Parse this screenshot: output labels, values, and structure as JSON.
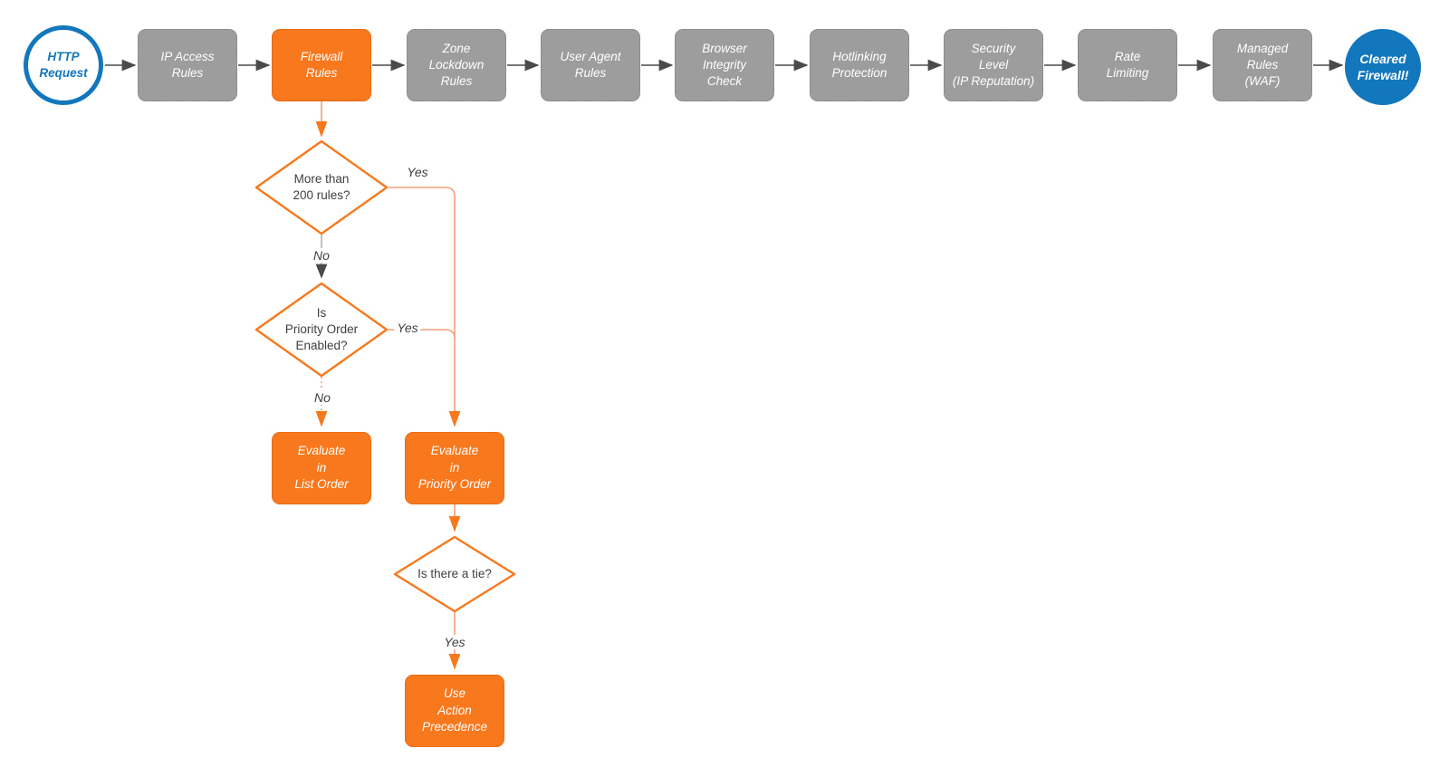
{
  "flow": {
    "start": {
      "label": "HTTP\nRequest"
    },
    "steps": [
      {
        "label": "IP Access\nRules",
        "highlight": false
      },
      {
        "label": "Firewall\nRules",
        "highlight": true
      },
      {
        "label": "Zone\nLockdown\nRules",
        "highlight": false
      },
      {
        "label": "User Agent\nRules",
        "highlight": false
      },
      {
        "label": "Browser\nIntegrity\nCheck",
        "highlight": false
      },
      {
        "label": "Hotlinking\nProtection",
        "highlight": false
      },
      {
        "label": "Security\nLevel\n(IP Reputation)",
        "highlight": false
      },
      {
        "label": "Rate\nLimiting",
        "highlight": false
      },
      {
        "label": "Managed\nRules\n(WAF)",
        "highlight": false
      }
    ],
    "end": {
      "label": "Cleared\nFirewall!"
    },
    "decisions": [
      {
        "label": "More than\n200 rules?"
      },
      {
        "label": "Is\nPriority Order\nEnabled?"
      },
      {
        "label": "Is there a tie?"
      }
    ],
    "outcomes": [
      {
        "label": "Evaluate\nin\nList Order"
      },
      {
        "label": "Evaluate\nin\nPriority Order"
      },
      {
        "label": "Use\nAction\nPrecedence"
      }
    ],
    "edge_labels": {
      "d1_yes": "Yes",
      "d1_no": "No",
      "d2_yes": "Yes",
      "d2_no": "No",
      "d3_yes": "Yes"
    }
  },
  "colors": {
    "accent_orange": "#f8791d",
    "connector_salmon": "#f4a07c",
    "accent_blue": "#1277bd",
    "step_gray": "#9d9d9d",
    "arrow_dark": "#4a4a4a"
  }
}
